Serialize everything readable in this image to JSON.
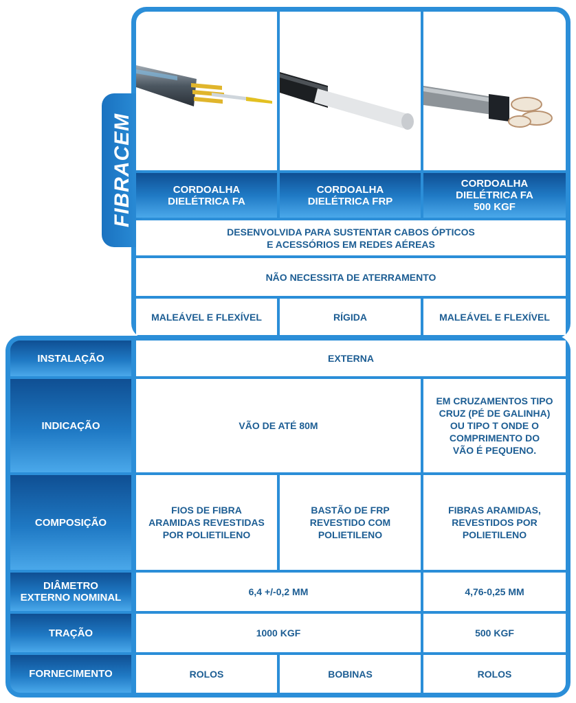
{
  "brand": {
    "logo_text": "FIBRACEM"
  },
  "products": [
    {
      "name": "CORDOALHA\nDIELÉTRICA FA"
    },
    {
      "name": "CORDOALHA\nDIELÉTRICA FRP"
    },
    {
      "name": "CORDOALHA\nDIELÉTRICA FA\n500 KGF"
    }
  ],
  "description": "DESENVOLVIDA PARA SUSTENTAR CABOS ÓPTICOS\nE ACESSÓRIOS EM REDES AÉREAS",
  "grounding": "NÃO NECESSITA DE ATERRAMENTO",
  "flexibility": [
    "MALEÁVEL E FLEXÍVEL",
    "RÍGIDA",
    "MALEÁVEL E FLEXÍVEL"
  ],
  "rows": {
    "installation": {
      "label": "INSTALAÇÃO",
      "value": "EXTERNA"
    },
    "indication": {
      "label": "INDICAÇÃO",
      "value_fa_frp": "VÃO DE ATÉ 80M",
      "value_fa500": "EM CRUZAMENTOS TIPO\nCRUZ (PÉ DE GALINHA)\nOU TIPO T ONDE O\nCOMPRIMENTO DO\nVÃO É PEQUENO."
    },
    "composition": {
      "label": "COMPOSIÇÃO",
      "values": [
        "FIOS DE FIBRA\nARAMIDAS REVESTIDAS\nPOR POLIETILENO",
        "BASTÃO DE FRP\nREVESTIDO COM\nPOLIETILENO",
        "FIBRAS ARAMIDAS,\nREVESTIDOS POR\nPOLIETILENO"
      ]
    },
    "diameter": {
      "label": "DIÂMETRO\nEXTERNO NOMINAL",
      "value_fa_frp": "6,4 +/-0,2 MM",
      "value_fa500": "4,76-0,25 MM"
    },
    "traction": {
      "label": "TRAÇÃO",
      "value_fa_frp": "1000 KGF",
      "value_fa500": "500 KGF"
    },
    "supply": {
      "label": "FORNECIMENTO",
      "values": [
        "ROLOS",
        "BOBINAS",
        "ROLOS"
      ]
    }
  },
  "colors": {
    "brand_blue": "#2b8ed8",
    "text_blue": "#1c5d93",
    "header_dark": "#0f4f93"
  },
  "icons": [
    "cable-fa-image",
    "cable-frp-image",
    "cable-fa500-image"
  ]
}
